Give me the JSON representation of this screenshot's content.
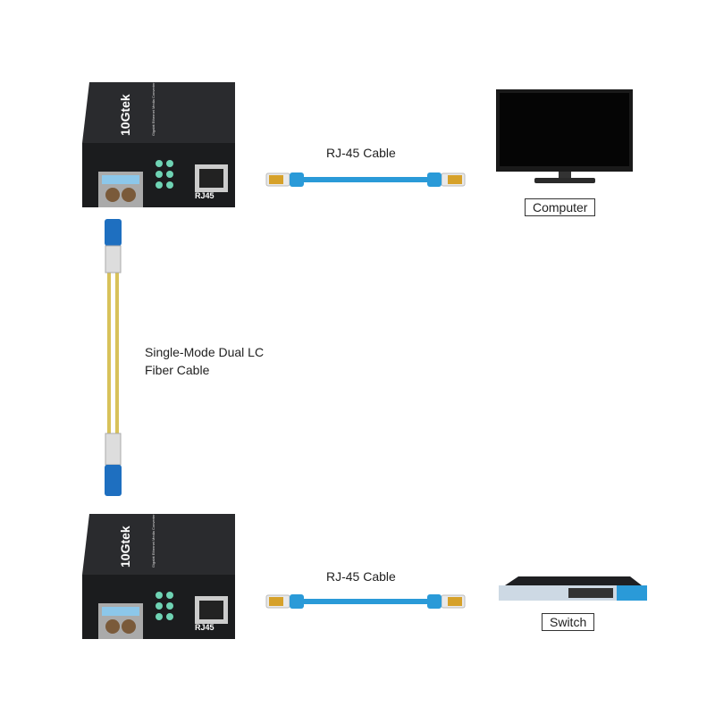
{
  "devices": [
    {
      "brand": "10Gtek",
      "subtitle": "Gigabit Ethernet Media Converter",
      "port_label": "RJ45"
    },
    {
      "brand": "10Gtek",
      "subtitle": "Gigabit Ethernet Media Converter",
      "port_label": "RJ45"
    }
  ],
  "cables": {
    "rj45_top": "RJ-45 Cable",
    "rj45_bottom": "RJ-45 Cable",
    "fiber_line1": "Single-Mode Dual LC",
    "fiber_line2": "Fiber Cable"
  },
  "endpoints": {
    "computer": "Computer",
    "switch": "Switch"
  },
  "colors": {
    "device": "#1e1f22",
    "rj45_cable": "#2a9ad8",
    "fiber_cable": "#d8c25a",
    "lc_connector": "#1e6fc0",
    "led": "#6fd3b4"
  }
}
